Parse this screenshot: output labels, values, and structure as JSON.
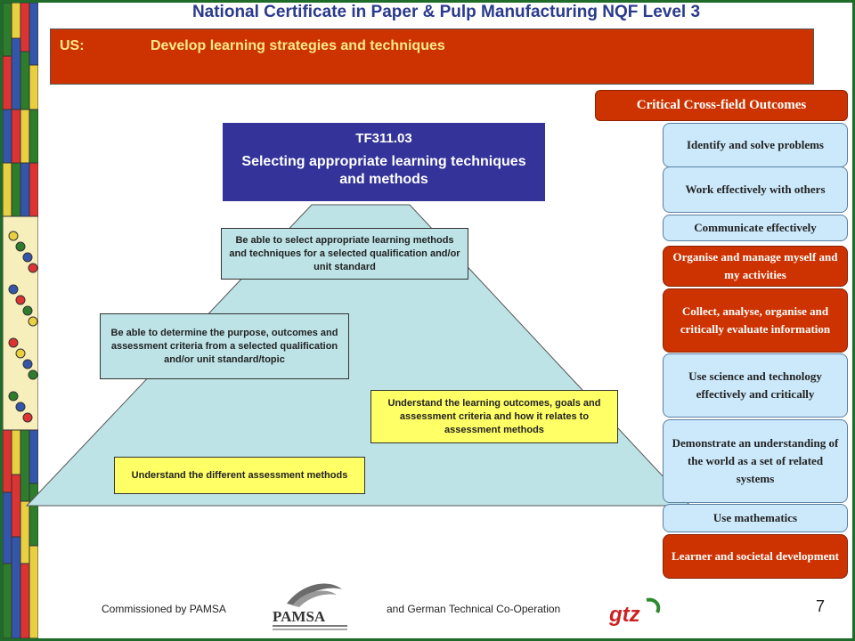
{
  "header": {
    "title": "National Certificate in Paper & Pulp Manufacturing NQF Level 3",
    "us_label": "US:",
    "us_text": "Develop learning strategies and techniques"
  },
  "task": {
    "code": "TF311.03",
    "description": "Selecting appropriate learning techniques and methods"
  },
  "pyramid_notes": [
    "Be able to select appropriate learning methods and techniques for a selected qualification and/or unit standard",
    "Be able to determine the purpose, outcomes and assessment criteria from a selected qualification and/or unit standard/topic",
    "Understand the learning outcomes, goals and assessment criteria and how it relates to assessment methods",
    "Understand the different assessment methods"
  ],
  "critical_outcomes": {
    "heading": "Critical Cross-field Outcomes",
    "items": [
      "Identify and solve problems",
      "Work effectively with others",
      "Communicate effectively",
      "Organise and manage myself and my activities",
      "Collect, analyse, organise and critically evaluate information",
      "Use science and technology effectively and critically",
      "Demonstrate an understanding of the world as a set of related systems",
      "Use mathematics",
      "Learner and societal development"
    ]
  },
  "footer": {
    "commissioned": "Commissioned by PAMSA",
    "partner": "and German Technical Co-Operation",
    "page_number": "7",
    "pamsa_logo_text": "PAMSA",
    "gtz_logo_text": "gtz"
  },
  "colors": {
    "us_bar": "#cc3300",
    "title_text": "#2a3a8c",
    "task_box": "#333399",
    "pyramid_fill": "#bde3e6",
    "highlighted_outcome": "#cc3300",
    "outcome_fill": "#cce9fb",
    "yellow_note": "#ffff66"
  }
}
